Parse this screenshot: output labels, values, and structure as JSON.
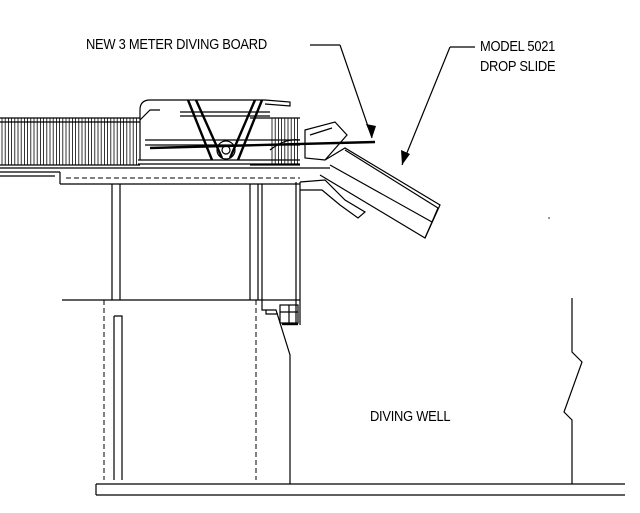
{
  "labels": {
    "diving_board": "NEW 3 METER DIVING BOARD",
    "slide_line1": "MODEL 5021",
    "slide_line2": "DROP SLIDE",
    "diving_well": "DIVING WELL"
  }
}
